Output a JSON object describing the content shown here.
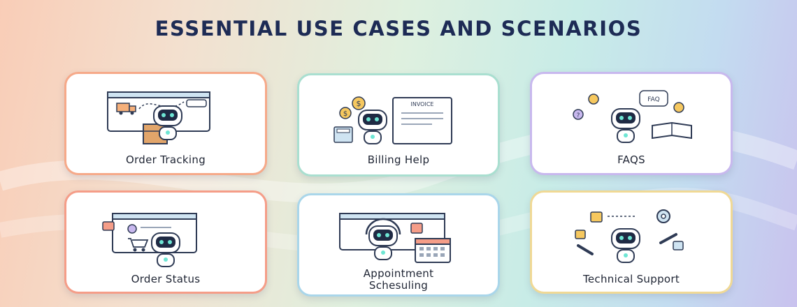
{
  "page": {
    "title": "ESSENTIAL USE CASES AND SCENARIOS"
  },
  "cards": [
    {
      "label": "Order Tracking",
      "icon": "robot-delivery-tracking-icon",
      "accent": "#f6a989"
    },
    {
      "label": "Billing Help",
      "icon": "robot-invoice-icon",
      "accent": "#a9dfd0",
      "invoice_text": "INVOICE"
    },
    {
      "label": "FAQS",
      "icon": "robot-faq-book-icon",
      "accent": "#c8b8ee",
      "faq_text": "FAQ"
    },
    {
      "label": "Order Status",
      "icon": "robot-cart-status-icon",
      "accent": "#f59d88"
    },
    {
      "label_line1": "Appointment",
      "label_line2": "Schesuling",
      "icon": "robot-calendar-icon",
      "accent": "#a9d6ea"
    },
    {
      "label": "Technical Support",
      "icon": "robot-gears-tools-icon",
      "accent": "#f0d995"
    }
  ],
  "colors": {
    "title": "#1d2b55",
    "robot_visor": "#1f2a44",
    "robot_eye": "#6ee6d4",
    "robot_body": "#ffffff",
    "outline": "#2f3b55"
  }
}
